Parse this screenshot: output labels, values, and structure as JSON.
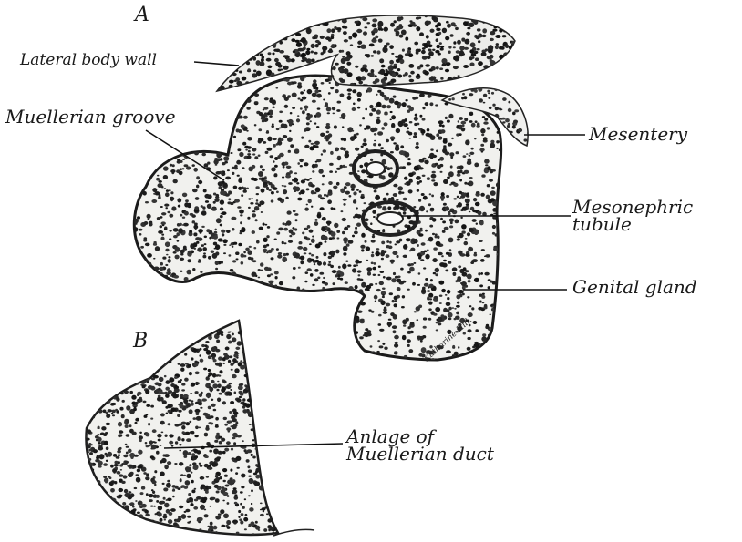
{
  "figure": {
    "panel_a_letter": "A",
    "panel_b_letter": "B",
    "labels": {
      "lateral_body_wall": "Lateral body wall",
      "muellerian_groove": "Muellerian groove",
      "mesentery": "Mesentery",
      "mesonephric_tubule_line1": "Mesonephric",
      "mesonephric_tubule_line2": "tubule",
      "genital_gland": "Genital gland",
      "anlage_line1": "Anlage of",
      "anlage_line2": "Muellerian duct"
    },
    "artist_signature": "Katharine Hill."
  }
}
